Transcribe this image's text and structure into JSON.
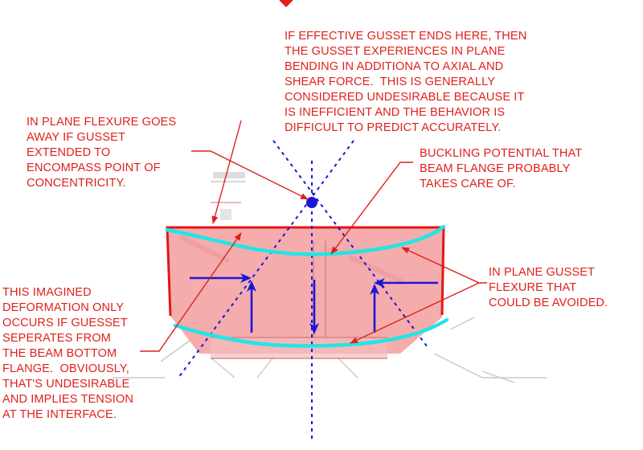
{
  "annotations": {
    "gusset_end": "IF EFFECTIVE GUSSET ENDS HERE, THEN\nTHE GUSSET EXPERIENCES IN PLANE\nBENDING IN ADDITIONA TO AXIAL AND\nSHEAR FORCE.  THIS IS GENERALLY\nCONSIDERED UNDESIRABLE BECAUSE IT\nIS INEFFICIENT AND THE BEHAVIOR IS\nDIFFICULT TO PREDICT ACCURATELY.",
    "in_plane_flexure": "IN PLANE FLEXURE GOES\nAWAY IF GUSSET\nEXTENDED TO\nENCOMPASS POINT OF\nCONCENTRICITY.",
    "buckling": "BUCKLING POTENTIAL THAT\nBEAM FLANGE PROBABLY\nTAKES CARE OF.",
    "in_plane_gusset": "IN PLANE GUSSET\nFLEXURE THAT\nCOULD BE AVOIDED.",
    "deformation": "THIS IMAGINED\nDEFORMATION ONLY\nOCCURS IF GUESSET\nSEPERATES FROM\nTHE BEAM BOTTOM\nFLANGE.  OBVIOUSLY,\nTHAT'S UNDESIRABLE\nAND IMPLIES TENSION\nAT THE INTERFACE."
  },
  "colors": {
    "annotation_red": "#e0201b",
    "gusset_fill": "#f4a3a3",
    "gusset_outline": "#e01818",
    "deformed_flange": "#22e5e5",
    "force_arrow": "#1a16d8",
    "work_point": "#1a16d8",
    "background_sketch": "#c8c8c8"
  }
}
